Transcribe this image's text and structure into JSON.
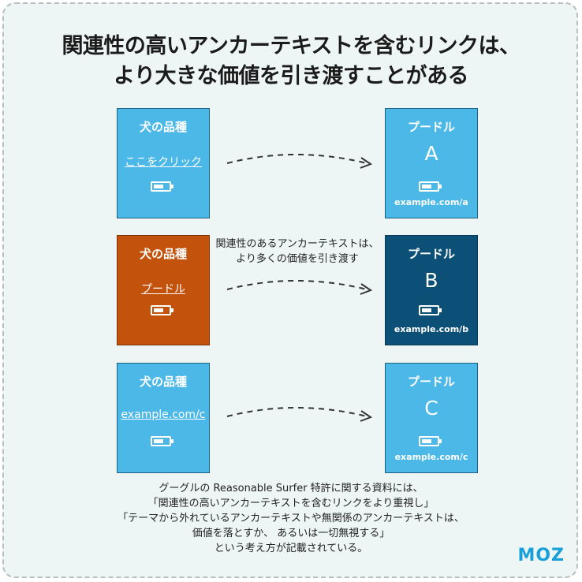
{
  "title": {
    "line1": "関連性の高いアンカーテキストを含むリンクは、",
    "line2": "より大きな価値を引き渡すことがある"
  },
  "rows": [
    {
      "source": {
        "title": "犬の品種",
        "link": "ここをクリック",
        "color": "#4bb8e8"
      },
      "target": {
        "title": "プードル",
        "letter": "A",
        "url": "example.com/a",
        "color": "#4bb8e8"
      }
    },
    {
      "source": {
        "title": "犬の品種",
        "link": "プードル",
        "color": "#c3530c"
      },
      "target": {
        "title": "プードル",
        "letter": "B",
        "url": "example.com/b",
        "color": "#0d5077"
      }
    },
    {
      "source": {
        "title": "犬の品種",
        "link": "example.com/c",
        "color": "#4bb8e8"
      },
      "target": {
        "title": "プードル",
        "letter": "C",
        "url": "example.com/c",
        "color": "#4bb8e8"
      }
    }
  ],
  "note": {
    "line1": "関連性のあるアンカーテキストは、",
    "line2": "より多くの価値を引き渡す"
  },
  "footer": {
    "line1": "グーグルの Reasonable Surfer 特許に関する資料には、",
    "line2": "「関連性の高いアンカーテキストを含むリンクをより重視し」",
    "line3": "「テーマから外れているアンカーテキストや無関係のアンカーテキストは、",
    "line4": "価値を落とすか、 あるいは一切無視する」",
    "line5": "という考え方が記載されている。"
  },
  "logo": "MOZ",
  "icons": {
    "battery": "battery-icon",
    "arrow": "dashed-arrow"
  }
}
